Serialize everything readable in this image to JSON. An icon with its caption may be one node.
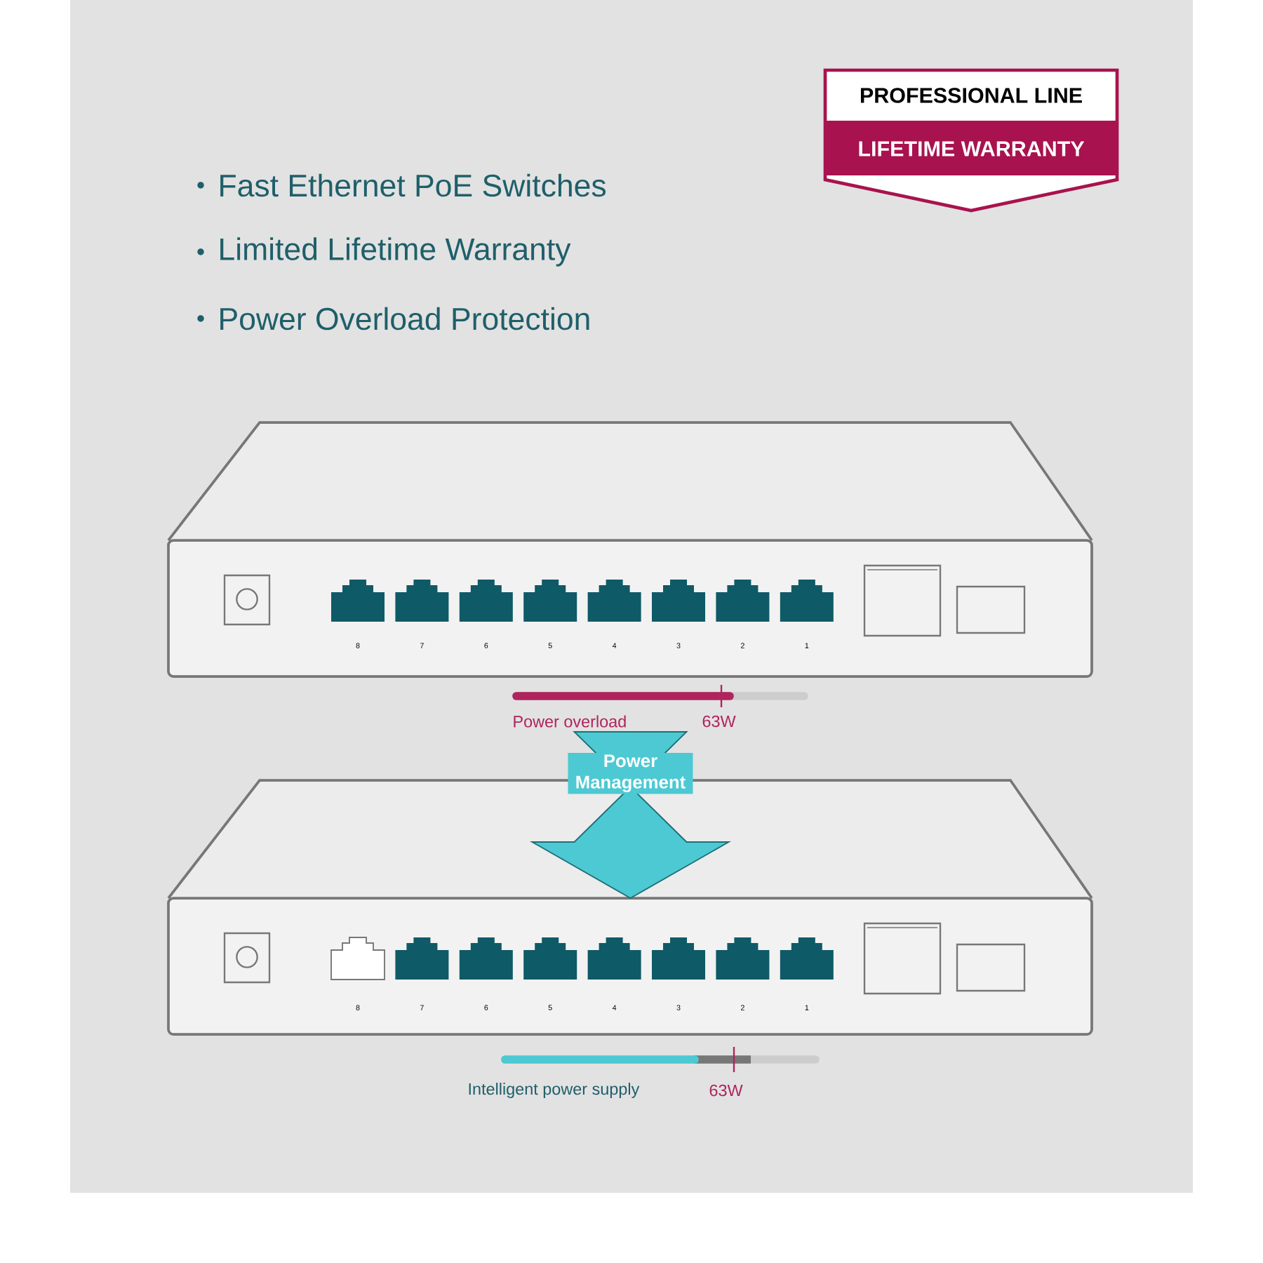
{
  "diagram": {
    "nodes": [
      {
        "text": [
          "PROFESSIONAL LINE",
          "LIFETIME WARRANTY"
        ]
      },
      {
        "text": [],
        "shape": "picture"
      },
      {
        "text": [],
        "shape": "picture"
      }
    ],
    "edges": [
      {
        "from": 1,
        "to": 2,
        "arrow": "to",
        "label": "Power Management"
      }
    ],
    "labels": [
      "Fast Ethernet PoE Switches",
      "Limited Lifetime Warranty",
      "Power Overload Protection",
      "8",
      "7",
      "6",
      "5",
      "4",
      "3",
      "2",
      "1",
      "Power overload",
      "63W",
      "8",
      "7",
      "6",
      "5",
      "4",
      "3",
      "2",
      "1",
      "Intelligent power supply",
      "63W"
    ]
  }
}
